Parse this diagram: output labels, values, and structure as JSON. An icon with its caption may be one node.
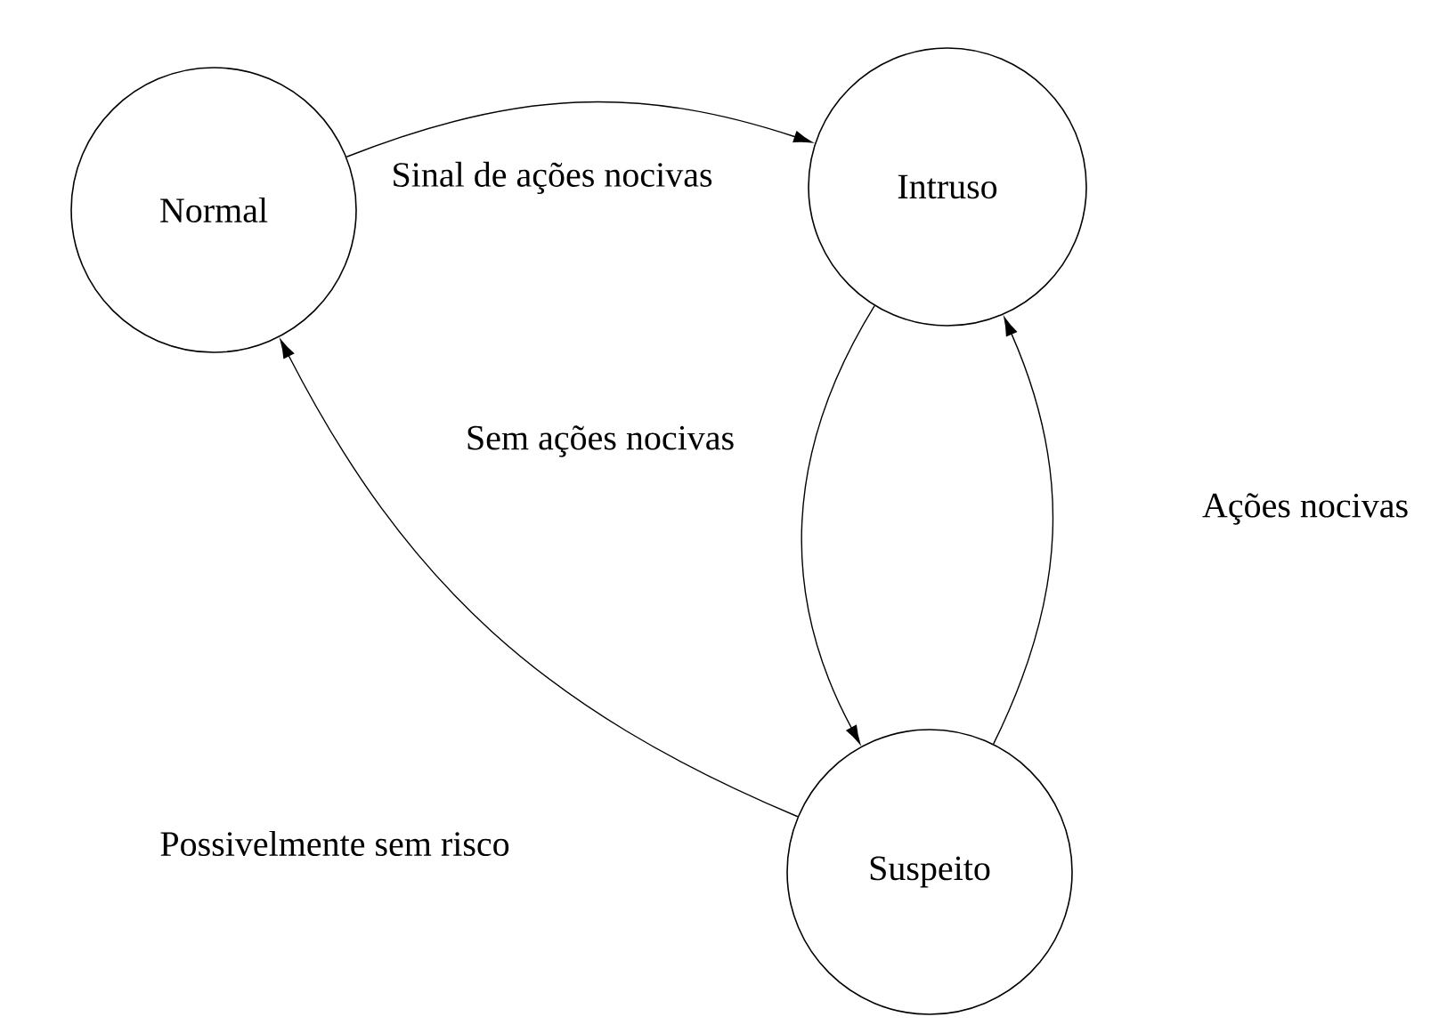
{
  "diagram": {
    "nodes": [
      {
        "text": [
          "Normal"
        ]
      },
      {
        "text": [
          "Intruso"
        ]
      },
      {
        "text": [
          "Suspeito"
        ]
      }
    ],
    "edges": [
      {
        "from": 0,
        "to": 1,
        "arrow": "to",
        "label": "Sinal de ações nocivas"
      },
      {
        "from": 1,
        "to": 2,
        "arrow": "to",
        "label": "Sem ações nocivas"
      },
      {
        "from": 2,
        "to": 1,
        "arrow": "to",
        "label": "Ações nocivas"
      },
      {
        "from": 2,
        "to": 0,
        "arrow": "to",
        "label": "Possivelmente sem risco"
      }
    ]
  }
}
